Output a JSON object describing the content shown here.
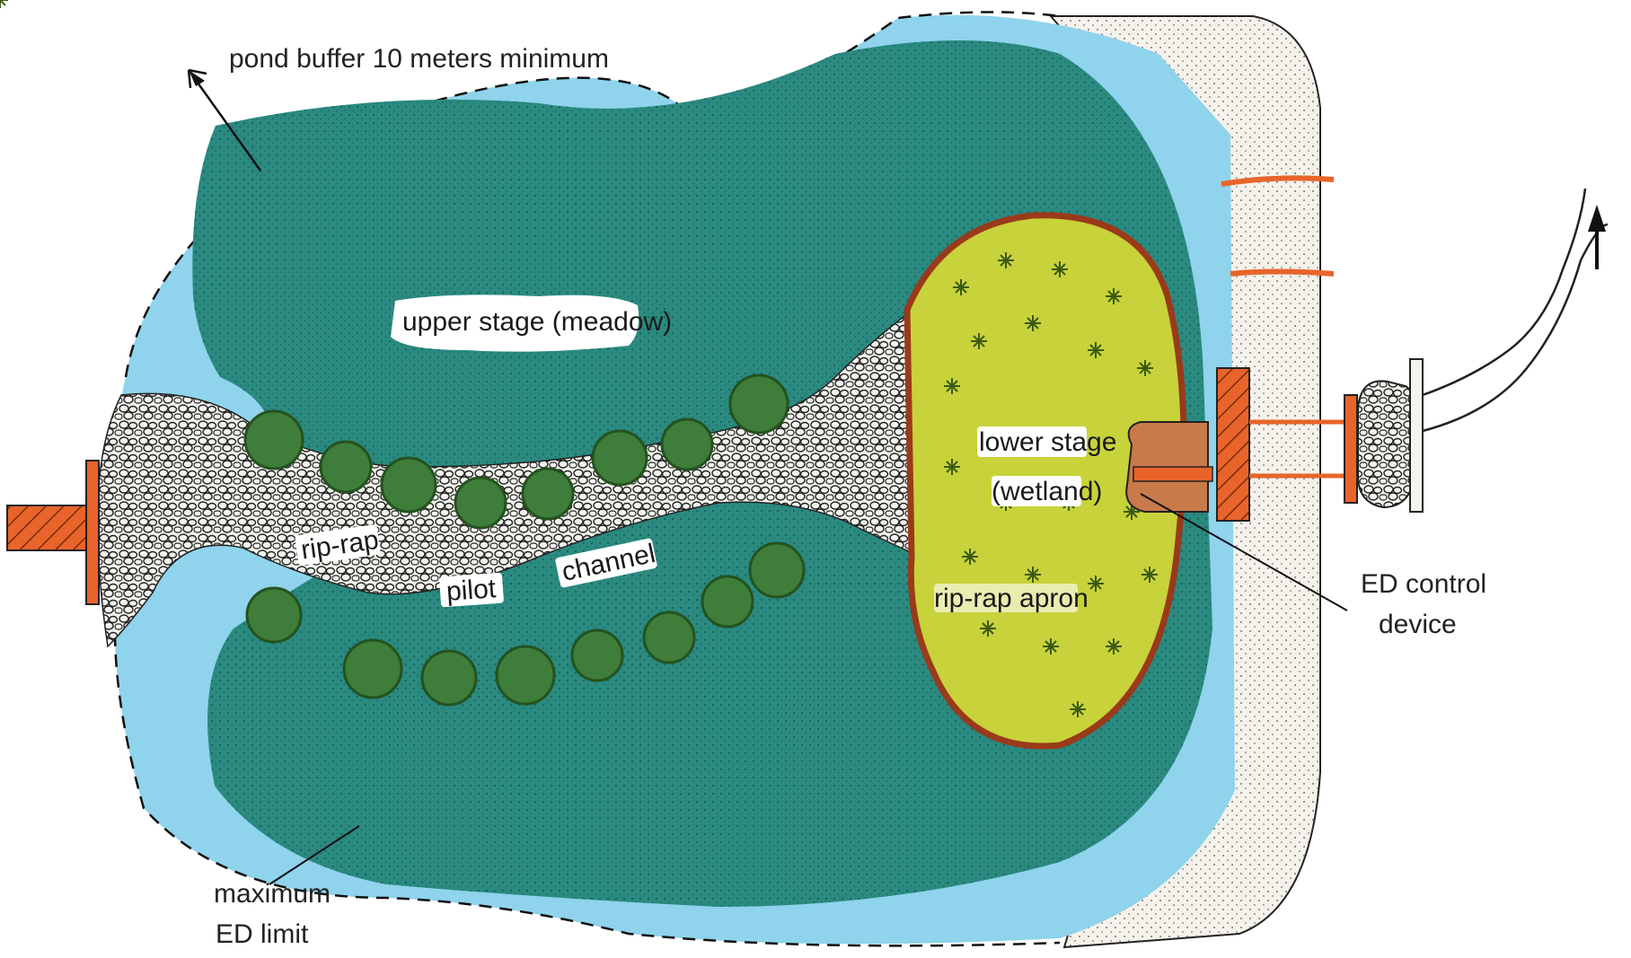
{
  "labels": {
    "pond_buffer": "pond buffer 10 meters minimum",
    "upper_stage": "upper stage (meadow)",
    "lower_stage_line1": "lower stage",
    "lower_stage_line2": "(wetland)",
    "riprap": "rip-rap",
    "pilot": "pilot",
    "channel": "channel",
    "riprap_apron": "rip-rap apron",
    "ed_control_line1": "ED control",
    "ed_control_line2": "device",
    "max_ed_line1": "maximum",
    "max_ed_line2": "ED limit"
  },
  "colors": {
    "buffer": "#8fd3ec",
    "pond": "#2a8a80",
    "pond_dark": "#1f6f68",
    "wetland": "#c8d23a",
    "wetland_border": "#9a3a1a",
    "rock": "#f2f2ec",
    "berm": "#f4f2ea",
    "orange": "#e8642a",
    "tree": "#3e7d3a",
    "tree_dark": "#24521f"
  }
}
